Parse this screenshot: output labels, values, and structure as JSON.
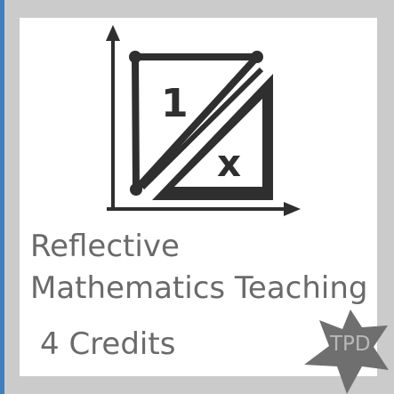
{
  "course_card": {
    "title_line_1": "Reflective",
    "title_line_2": "Mathematics Teaching",
    "credits": "4 Credits",
    "badge_label": "TPD",
    "logo": {
      "primary_label": "1",
      "secondary_label": "x"
    },
    "colors": {
      "accent": "#3f7fbf",
      "frame": "#cbcbcb",
      "tile": "#ffffff",
      "text": "#6a6a6a",
      "logo": "#2f2f2f",
      "badge": "#6f6f6f"
    },
    "icons": [
      "math-graph-icon",
      "star-badge-icon"
    ]
  }
}
